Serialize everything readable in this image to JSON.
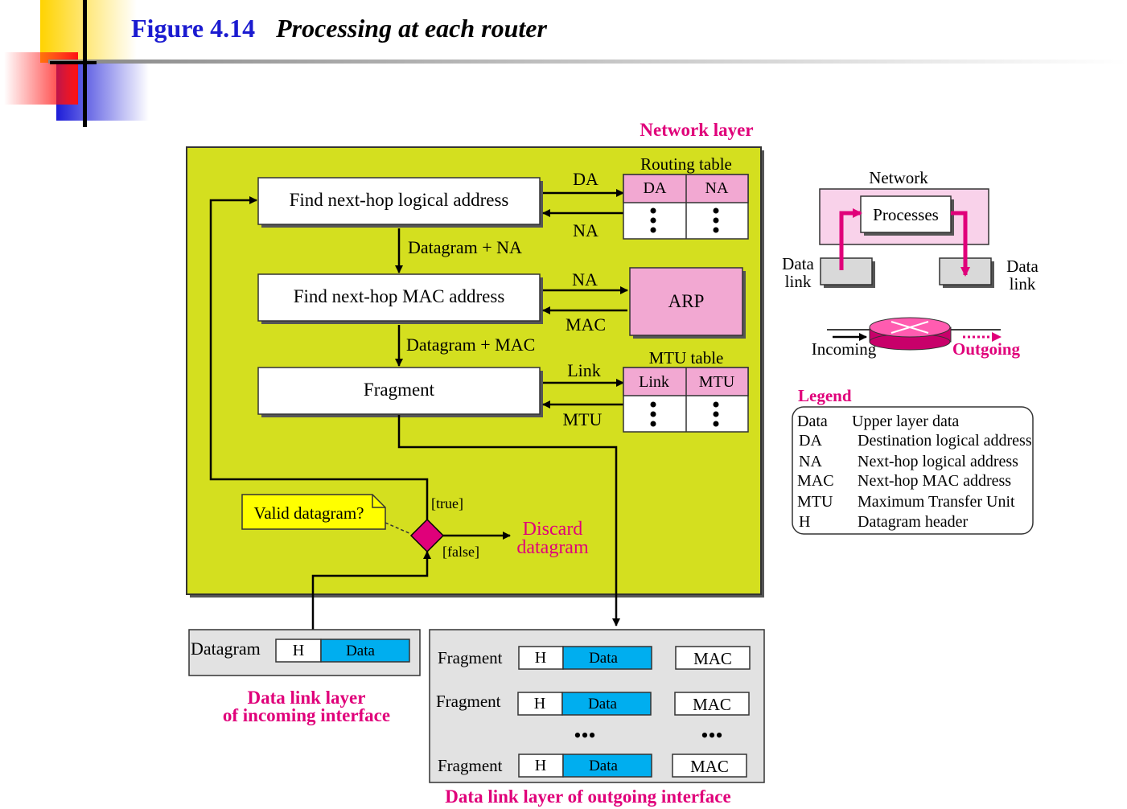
{
  "title": {
    "figure_number": "Figure 4.14",
    "figure_name": "Processing at each router"
  },
  "network_layer": {
    "label": "Network layer",
    "find_logical_label": "Find next-hop logical address",
    "datagram_na_label": "Datagram + NA",
    "find_mac_label": "Find next-hop MAC address",
    "datagram_mac_label": "Datagram + MAC",
    "fragment_label": "Fragment",
    "arrow_da": "DA",
    "arrow_na_return": "NA",
    "arrow_na_to_arp": "NA",
    "arrow_mac_return": "MAC",
    "arrow_link": "Link",
    "arrow_mtu_return": "MTU",
    "arp_label": "ARP",
    "valid_datagram_label": "Valid datagram?",
    "true_label": "[true]",
    "false_label": "[false]",
    "discard_line1": "Discard",
    "discard_line2": "datagram"
  },
  "routing_table": {
    "title": "Routing table",
    "col1": "DA",
    "col2": "NA"
  },
  "mtu_table": {
    "title": "MTU table",
    "col1": "Link",
    "col2": "MTU"
  },
  "incoming": {
    "datagram_label": "Datagram",
    "h_label": "H",
    "data_label": "Data",
    "caption_line1": "Data link layer",
    "caption_line2": "of incoming interface"
  },
  "outgoing": {
    "fragment_label": "Fragment",
    "h_label": "H",
    "data_label": "Data",
    "mac_label": "MAC",
    "ellipsis": "•••",
    "caption": "Data link layer of outgoing interface"
  },
  "router_model": {
    "network_label": "Network",
    "processes_label": "Processes",
    "data_link_left_line1": "Data",
    "data_link_left_line2": "link",
    "data_link_right_line1": "Data",
    "data_link_right_line2": "link",
    "incoming_label": "Incoming",
    "outgoing_label": "Outgoing"
  },
  "legend": {
    "title": "Legend",
    "items": [
      {
        "term": "Data",
        "definition": "Upper layer data"
      },
      {
        "term": "DA",
        "definition": "Destination logical address"
      },
      {
        "term": "NA",
        "definition": "Next-hop logical address"
      },
      {
        "term": "MAC",
        "definition": "Next-hop MAC address"
      },
      {
        "term": "MTU",
        "definition": "Maximum Transfer Unit"
      },
      {
        "term": "H",
        "definition": "Datagram header"
      }
    ]
  },
  "colors": {
    "title_blue": "#1b1bd0",
    "accent_magenta": "#e0007a",
    "network_layer_fill": "#d4df1f",
    "table_header_pink": "#f2a8d2",
    "data_cyan": "#00aeef",
    "note_yellow": "#ffff00",
    "panel_gray": "#e2e2e2"
  }
}
